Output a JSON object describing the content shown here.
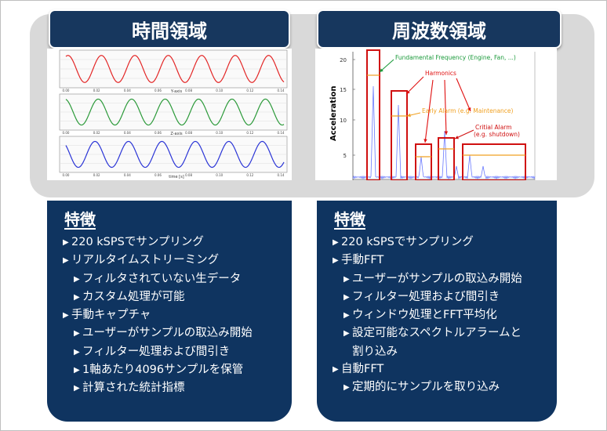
{
  "left": {
    "title": "時間領域",
    "chart": {
      "subplot_titles": [
        "Y-axis",
        "Z-axis"
      ],
      "x_ticks": [
        "0.00",
        "0.02",
        "0.04",
        "0.06",
        "0.08",
        "0.10",
        "0.12",
        "0.14"
      ],
      "x_label": "time [s]",
      "colors": [
        "#e32626",
        "#2c9a3a",
        "#2b35d6"
      ]
    },
    "features_title": "特徴",
    "features": [
      {
        "text": "220 kSPSでサンプリング",
        "level": 0
      },
      {
        "text": "リアルタイムストリーミング",
        "level": 0
      },
      {
        "text": "フィルタされていない生データ",
        "level": 1
      },
      {
        "text": "カスタム処理が可能",
        "level": 1
      },
      {
        "text": "手動キャプチャ",
        "level": 0
      },
      {
        "text": "ユーザーがサンプルの取込み開始",
        "level": 1
      },
      {
        "text": "フィルター処理および間引き",
        "level": 1
      },
      {
        "text": "1軸あたり4096サンプルを保管",
        "level": 1
      },
      {
        "text": "計算された統計指標",
        "level": 1
      }
    ]
  },
  "right": {
    "title": "周波数領域",
    "chart": {
      "ylabel": "Acceleration",
      "y_ticks": [
        "20",
        "15",
        "10",
        "5"
      ],
      "annotations": {
        "fundamental": "Fundamental Frequency (Engine, Fan, ...)",
        "harmonics": "Harmonics",
        "early_alarm": "Early Alarm (e.g. Maintenance)",
        "critical_alarm_line1": "Critial Alarm",
        "critical_alarm_line2": "(e.g. shutdown)"
      },
      "colors": {
        "spectrum": "#6b7bff",
        "fundamental": "#1a9a3a",
        "harmonics": "#e01010",
        "early": "#f0a020",
        "critical": "#d01010"
      }
    },
    "features_title": "特徴",
    "features": [
      {
        "text": "220 kSPSでサンプリング",
        "level": 0
      },
      {
        "text": "手動FFT",
        "level": 0
      },
      {
        "text": "ユーザーがサンプルの取込み開始",
        "level": 1
      },
      {
        "text": "フィルター処理および間引き",
        "level": 1
      },
      {
        "text": "ウィンドウ処理とFFT平均化",
        "level": 1
      },
      {
        "text": "設定可能なスペクトルアラームと",
        "level": 1
      },
      {
        "text": "割り込み",
        "level": 1,
        "continuation": true
      },
      {
        "text": "自動FFT",
        "level": 0
      },
      {
        "text": "定期的にサンプルを取り込み",
        "level": 1
      }
    ]
  }
}
